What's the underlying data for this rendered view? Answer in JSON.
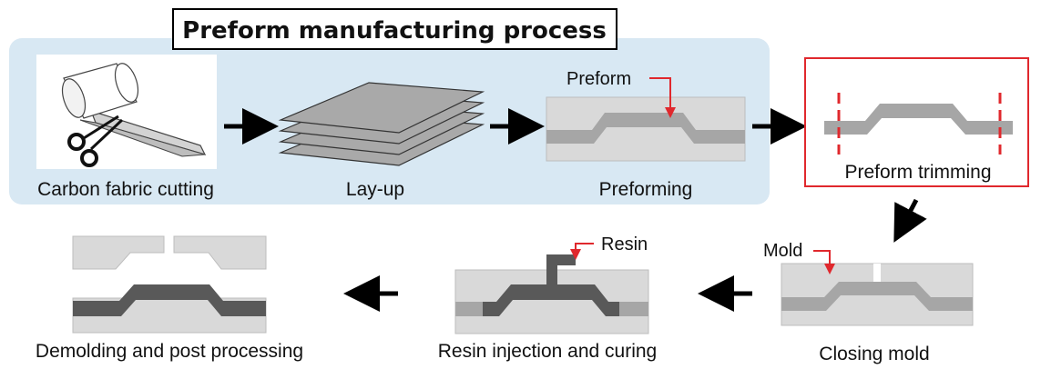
{
  "title": "Preform manufacturing process",
  "steps": {
    "cutting": "Carbon fabric cutting",
    "layup": "Lay-up",
    "preforming": "Preforming",
    "trimming": "Preform trimming",
    "closing": "Closing mold",
    "injection": "Resin injection and curing",
    "demolding": "Demolding and post processing"
  },
  "callouts": {
    "preform": "Preform",
    "mold": "Mold",
    "resin": "Resin"
  },
  "colors": {
    "panel": "#d8e8f3",
    "mold": "#d9d9d9",
    "preform": "#a6a6a6",
    "cured": "#595959",
    "accent": "#e0282d",
    "arrow": "#000000"
  }
}
